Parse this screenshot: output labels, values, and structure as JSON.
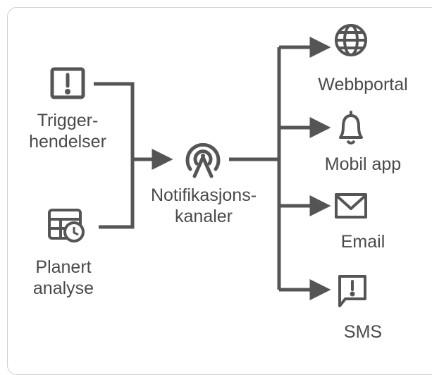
{
  "nodes": {
    "trigger": {
      "line1": "Trigger-",
      "line2": "hendelser",
      "icon": "alert-square-icon"
    },
    "scheduled": {
      "line1": "Planert",
      "line2": "analyse",
      "icon": "calendar-clock-icon"
    },
    "hub": {
      "line1": "Notifikasjons-",
      "line2": "kanaler",
      "icon": "broadcast-antenna-icon"
    },
    "outputs": [
      {
        "label": "Webbportal",
        "icon": "globe-icon"
      },
      {
        "label": "Mobil app",
        "icon": "bell-icon"
      },
      {
        "label": "Email",
        "icon": "envelope-icon"
      },
      {
        "label": "SMS",
        "icon": "message-alert-icon"
      }
    ]
  },
  "colors": {
    "stroke": "#555555",
    "text": "#4a4a4a",
    "border": "#cfcfcf"
  }
}
